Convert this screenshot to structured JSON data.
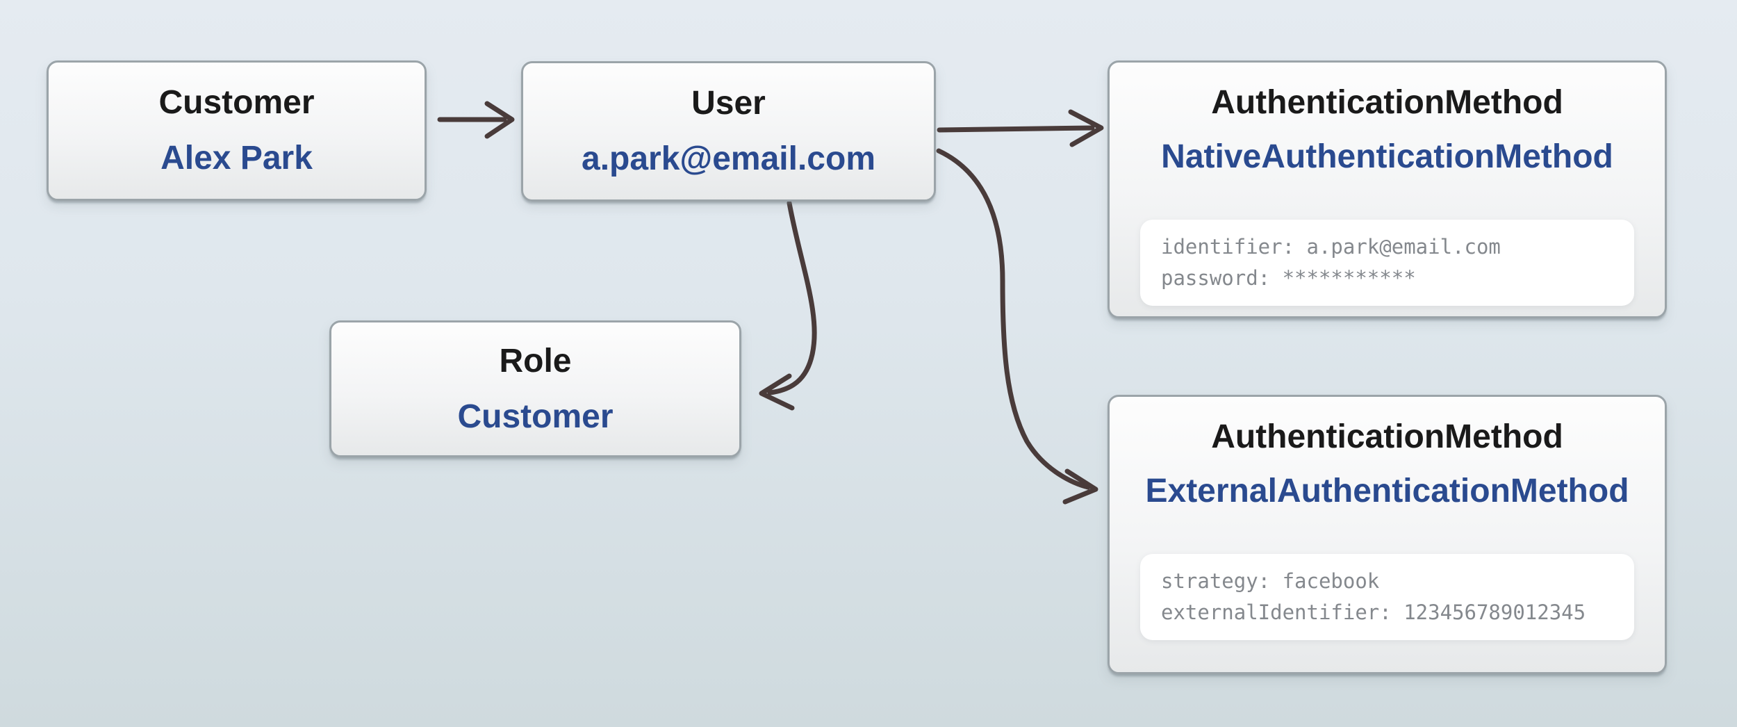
{
  "diagram": {
    "nodes": {
      "customer": {
        "title": "Customer",
        "subtitle": "Alex Park"
      },
      "user": {
        "title": "User",
        "subtitle": "a.park@email.com"
      },
      "native_auth": {
        "title": "AuthenticationMethod",
        "subtitle": "NativeAuthenticationMethod",
        "fields": [
          "identifier: a.park@email.com",
          "password: ***********"
        ]
      },
      "role": {
        "title": "Role",
        "subtitle": "Customer"
      },
      "external_auth": {
        "title": "AuthenticationMethod",
        "subtitle": "ExternalAuthenticationMethod",
        "fields": [
          "strategy: facebook",
          "externalIdentifier: 123456789012345"
        ]
      }
    },
    "edges": [
      {
        "from": "customer",
        "to": "user"
      },
      {
        "from": "user",
        "to": "native_auth"
      },
      {
        "from": "user",
        "to": "role"
      },
      {
        "from": "user",
        "to": "external_auth"
      }
    ]
  },
  "colors": {
    "bg_top": "#e5ebf1",
    "bg_bottom": "#cfdade",
    "title": "#1a1a1a",
    "navy": "#2a4a8f",
    "mono": "#84888d",
    "arrow": "#493b3a"
  }
}
